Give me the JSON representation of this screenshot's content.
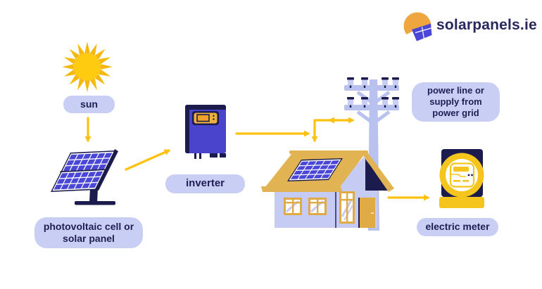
{
  "brand": {
    "name": "solarpanels.ie",
    "icon": "sun-panel-logo-icon"
  },
  "nodes": {
    "sun": {
      "label": "sun",
      "icon": "sun-icon"
    },
    "panel": {
      "label": "photovoltaic cell or\nsolar panel",
      "icon": "solar-panel-icon"
    },
    "inverter": {
      "label": "inverter",
      "icon": "inverter-icon"
    },
    "house": {
      "icon": "house-with-rooftop-solar-icon"
    },
    "grid": {
      "label": "power line or\nsupply from\npower grid",
      "icon": "power-pole-icon"
    },
    "meter": {
      "label": "electric meter",
      "icon": "electric-meter-icon"
    }
  },
  "flow": [
    "sun -> panel",
    "panel -> inverter",
    "inverter -> junction",
    "junction <-> power grid",
    "junction -> house",
    "house -> electric meter"
  ],
  "colors": {
    "accent_yellow": "#FDC10E",
    "navy": "#1B1B4D",
    "lavender_pill": "#C9CEF5",
    "panel_blue": "#4A46D6",
    "inverter_purple": "#4A43CB",
    "roof_gold": "#E2B352",
    "wall_lavender": "#C5CBF2",
    "pole_lavender": "#B9C1EF",
    "sun_gold": "#FFCB10",
    "sun_ray_gold": "#F5B90D",
    "meter_gold": "#F6C51D",
    "logo_orange": "#EFA63E",
    "logo_blue": "#4A46D6",
    "text_navy": "#1E1E52"
  }
}
